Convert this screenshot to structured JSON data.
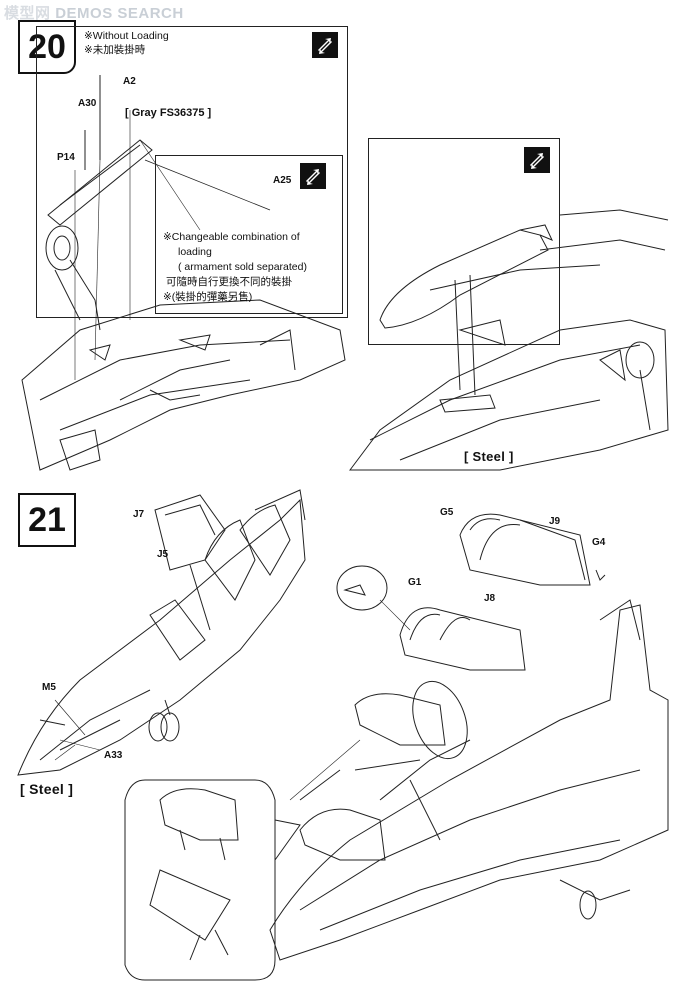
{
  "watermark": {
    "logo": "模型网",
    "text": "SEARCH",
    "prefix": "DEMOS"
  },
  "step20": {
    "number": "20",
    "without_loading_en": "※Without Loading",
    "without_loading_zh": "※未加裝掛時",
    "paint_note": "[ Gray  FS36375 ]",
    "parts": {
      "a2": "A2",
      "a30": "A30",
      "p14": "P14",
      "a25": "A25"
    },
    "notes": {
      "line1": "※Changeable combination of",
      "line2": "loading",
      "line3": "( armament sold separated)",
      "line4": "可隨時自行更換不同的裝掛",
      "line5": "※(裝掛的彈藥另售)"
    },
    "steel_label": "[ Steel ]"
  },
  "step21": {
    "number": "21",
    "parts": {
      "j7": "J7",
      "j5": "J5",
      "g5": "G5",
      "j9": "J9",
      "g4": "G4",
      "g1": "G1",
      "j8": "J8",
      "m5": "M5",
      "a33": "A33"
    },
    "steel_label": "[ Steel ]"
  },
  "icons": [
    "flip-arrows-icon"
  ]
}
